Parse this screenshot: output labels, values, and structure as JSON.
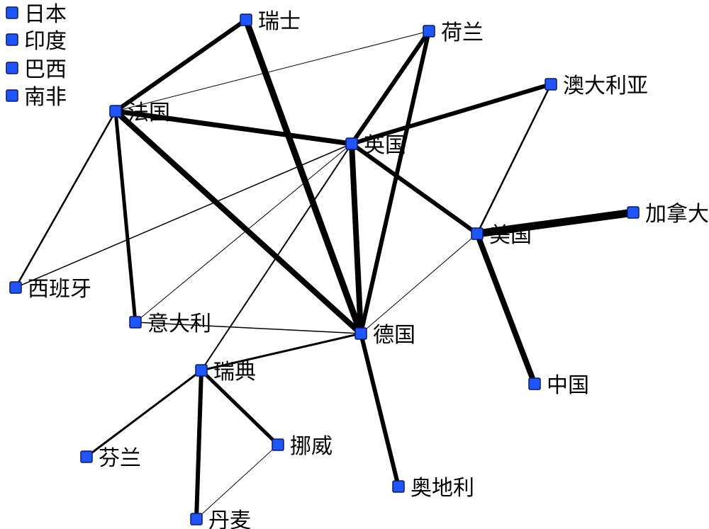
{
  "colors": {
    "node_fill": "#1f55ff",
    "node_border": "#0a1a66",
    "edge": "#000000",
    "label": "#000000",
    "background": "#ffffff"
  },
  "nodes": [
    {
      "id": "japan",
      "label": "日本"
    },
    {
      "id": "india",
      "label": "印度"
    },
    {
      "id": "brazil",
      "label": "巴西"
    },
    {
      "id": "south-africa",
      "label": "南非"
    },
    {
      "id": "switzerland",
      "label": "瑞士"
    },
    {
      "id": "netherlands",
      "label": "荷兰"
    },
    {
      "id": "australia",
      "label": "澳大利亚"
    },
    {
      "id": "france",
      "label": "法国"
    },
    {
      "id": "uk",
      "label": "英国"
    },
    {
      "id": "canada",
      "label": "加拿大"
    },
    {
      "id": "usa",
      "label": "美国"
    },
    {
      "id": "spain",
      "label": "西班牙"
    },
    {
      "id": "italy",
      "label": "意大利"
    },
    {
      "id": "germany",
      "label": "德国"
    },
    {
      "id": "sweden",
      "label": "瑞典"
    },
    {
      "id": "china",
      "label": "中国"
    },
    {
      "id": "norway",
      "label": "挪威"
    },
    {
      "id": "finland",
      "label": "芬兰"
    },
    {
      "id": "austria",
      "label": "奥地利"
    },
    {
      "id": "denmark",
      "label": "丹麦"
    }
  ],
  "edges": [
    {
      "from": "switzerland",
      "to": "france",
      "weight": 6
    },
    {
      "from": "switzerland",
      "to": "germany",
      "weight": 9
    },
    {
      "from": "netherlands",
      "to": "france",
      "weight": 1
    },
    {
      "from": "netherlands",
      "to": "uk",
      "weight": 6
    },
    {
      "from": "netherlands",
      "to": "germany",
      "weight": 6
    },
    {
      "from": "australia",
      "to": "uk",
      "weight": 6
    },
    {
      "from": "australia",
      "to": "usa",
      "weight": 2.5
    },
    {
      "from": "france",
      "to": "uk",
      "weight": 7
    },
    {
      "from": "france",
      "to": "germany",
      "weight": 8
    },
    {
      "from": "france",
      "to": "spain",
      "weight": 2.5
    },
    {
      "from": "france",
      "to": "italy",
      "weight": 5
    },
    {
      "from": "uk",
      "to": "germany",
      "weight": 8
    },
    {
      "from": "uk",
      "to": "usa",
      "weight": 6
    },
    {
      "from": "uk",
      "to": "spain",
      "weight": 1.5
    },
    {
      "from": "uk",
      "to": "italy",
      "weight": 1
    },
    {
      "from": "uk",
      "to": "sweden",
      "weight": 2
    },
    {
      "from": "usa",
      "to": "canada",
      "weight": 11
    },
    {
      "from": "usa",
      "to": "germany",
      "weight": 1
    },
    {
      "from": "usa",
      "to": "china",
      "weight": 8
    },
    {
      "from": "italy",
      "to": "germany",
      "weight": 1.5
    },
    {
      "from": "germany",
      "to": "sweden",
      "weight": 3
    },
    {
      "from": "germany",
      "to": "austria",
      "weight": 6
    },
    {
      "from": "sweden",
      "to": "finland",
      "weight": 3
    },
    {
      "from": "sweden",
      "to": "norway",
      "weight": 5
    },
    {
      "from": "sweden",
      "to": "denmark",
      "weight": 6
    },
    {
      "from": "norway",
      "to": "denmark",
      "weight": 1
    }
  ]
}
